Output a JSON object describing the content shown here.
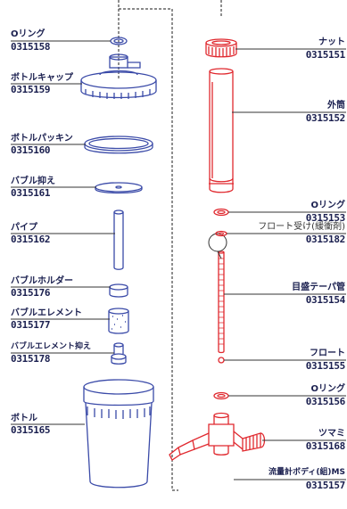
{
  "colors": {
    "blue": "#3a4aa8",
    "red": "#e0282e",
    "text": "#1a1f4f",
    "leader": "#333333"
  },
  "left_parts": [
    {
      "name": "Oリング",
      "code": "0315158"
    },
    {
      "name": "ボトルキャップ",
      "code": "0315159"
    },
    {
      "name": "ボトルパッキン",
      "code": "0315160"
    },
    {
      "name": "バブル抑え",
      "code": "0315161"
    },
    {
      "name": "パイプ",
      "code": "0315162"
    },
    {
      "name": "バブルホルダー",
      "code": "0315176"
    },
    {
      "name": "バブルエレメント",
      "code": "0315177"
    },
    {
      "name": "バブルエレメント抑え",
      "code": "0315178"
    },
    {
      "name": "ボトル",
      "code": "0315165"
    }
  ],
  "right_parts": [
    {
      "name": "ナット",
      "code": "0315151"
    },
    {
      "name": "外筒",
      "code": "0315152"
    },
    {
      "name": "Oリング",
      "code": "0315153"
    },
    {
      "name": "フロート受け(緩衝剤)",
      "code": "0315182"
    },
    {
      "name": "目盛テーパ管",
      "code": "0315154"
    },
    {
      "name": "フロート",
      "code": "0315155"
    },
    {
      "name": "Oリング",
      "code": "0315156"
    },
    {
      "name": "ツマミ",
      "code": "0315168"
    },
    {
      "name": "流量計ボディ(組)MS",
      "code": "0315157"
    }
  ]
}
